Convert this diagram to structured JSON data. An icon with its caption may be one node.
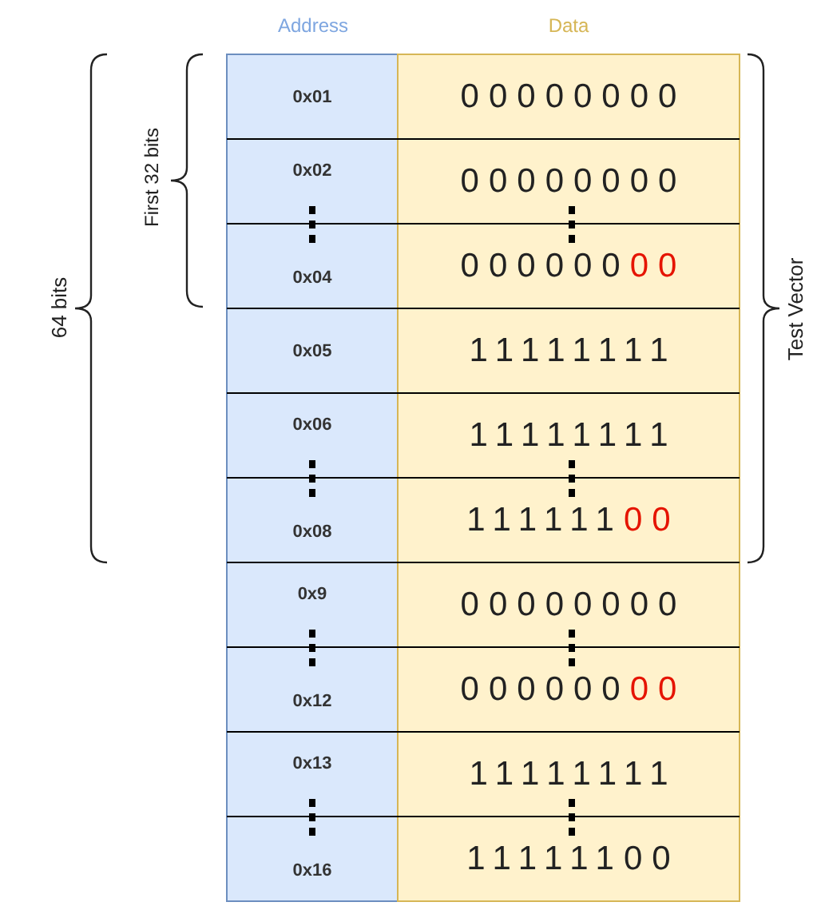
{
  "diagram": {
    "labels": [
      "Address",
      "Data",
      "64 bits",
      "First 32 bits",
      "Test Vector",
      "0x01",
      "00000000",
      "0x02",
      "00000000",
      "0x04",
      "000000",
      "00",
      "0x05",
      "11111111",
      "0x06",
      "11111111",
      "0x08",
      "111111",
      "00",
      "0x9",
      "00000000",
      "0x12",
      "000000",
      "00",
      "0x13",
      "11111111",
      "0x16",
      "11111100"
    ]
  }
}
